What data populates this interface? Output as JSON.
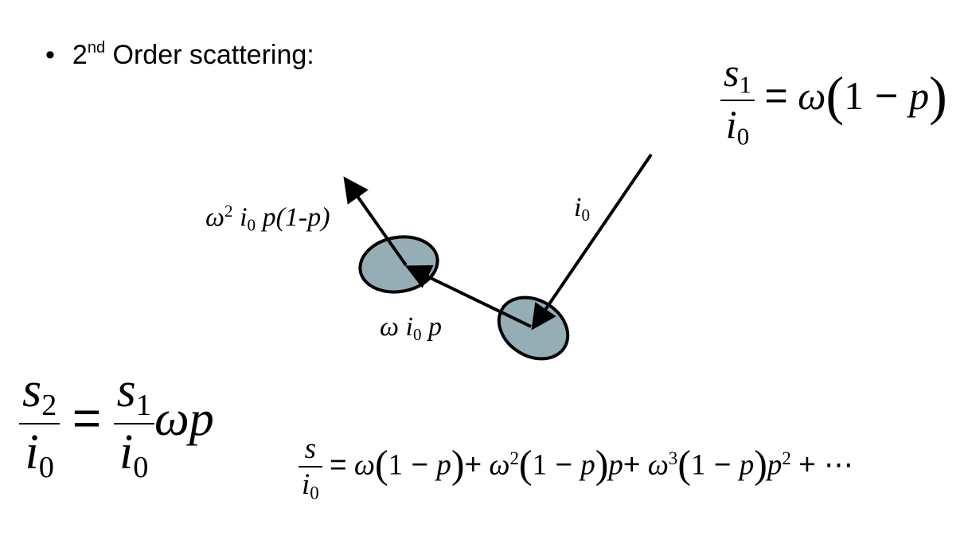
{
  "title": {
    "bullet": "•",
    "pre": "2",
    "sup": "nd",
    "post": " Order scattering:"
  },
  "diagram": {
    "particle_fill": "#95adb5",
    "labels": {
      "second_scatter": {
        "omega": "ω",
        "exp": "2",
        "i": "i",
        "i_sub": "0",
        "rest": " p(1-p)"
      },
      "incident": {
        "i": "i",
        "i_sub": "0"
      },
      "first_scatter": {
        "omega": "ω",
        "i": "i",
        "i_sub": "0",
        "p": " p"
      }
    }
  },
  "eq_first_order": {
    "num": "s",
    "num_sub": "1",
    "den": "i",
    "den_sub": "0",
    "equals": "=",
    "rhs_omega": "ω",
    "lp": "(",
    "one": "1",
    "minus": " − ",
    "p": "p",
    "rp": ")"
  },
  "eq_second_order": {
    "num": "s",
    "num_sub": "2",
    "den": "i",
    "den_sub": "0",
    "equals": "=",
    "num2": "s",
    "num2_sub": "1",
    "den2": "i",
    "den2_sub": "0",
    "tail": "ωp"
  },
  "eq_series": {
    "num": "s",
    "den": "i",
    "den_sub": "0",
    "equals": "=",
    "t1": "ω",
    "plus": "+",
    "t2": "ω",
    "t2_exp": "2",
    "t2_p": "p",
    "t3": "ω",
    "t3_exp": "3",
    "t3_p": "p",
    "t3_p_exp": "2",
    "paren_body": {
      "lp": "(",
      "one": "1",
      "minus": " − ",
      "p": "p",
      "rp": ")"
    },
    "ellipsis": "+ ⋯"
  }
}
